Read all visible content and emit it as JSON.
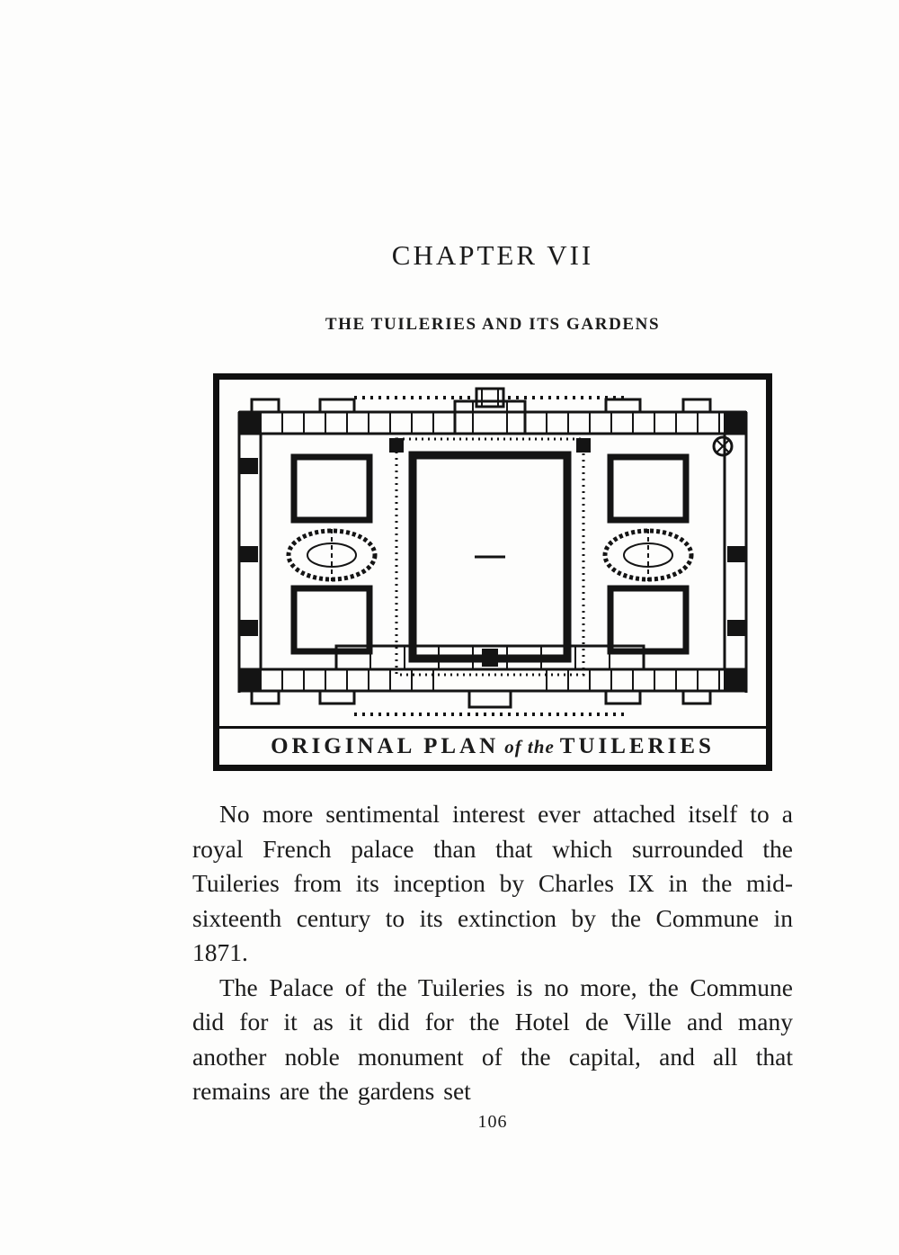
{
  "page": {
    "chapter_heading": "CHAPTER VII",
    "subheading": "THE TUILERIES AND ITS GARDENS",
    "figure_caption": {
      "part1": "ORIGINAL PLAN",
      "part2": "of the",
      "part3": "TUILERIES"
    },
    "paragraphs": [
      "No more sentimental interest ever attached itself to a royal French palace than that which surrounded the Tuileries from its inception by Charles IX in the mid-sixteenth century to its extinction by the Commune in 1871.",
      "The Palace of the Tuileries is no more, the Commune did for it as it did for the Hotel de Ville and many another noble monument of the capital, and all that remains are the gardens set"
    ],
    "page_number": "106"
  }
}
